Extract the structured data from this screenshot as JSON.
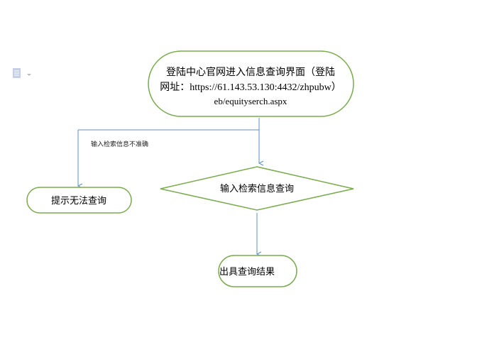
{
  "nodes": {
    "start": {
      "line1": "登陆中心官网进入信息查询界面（登陆",
      "line2_prefix": "网址：",
      "line2_url": "https://61.143.53.130:4432/zhpubw）",
      "line3": "eb/equityserch.aspx"
    },
    "decision": {
      "label": "输入检索信息查询"
    },
    "error": {
      "label": "提示无法查询"
    },
    "result": {
      "label": "出具查询结果"
    }
  },
  "edges": {
    "error_label": "输入检索信息不准确"
  },
  "colors": {
    "shape_stroke": "#7aab4e",
    "arrow": "#5b8fc7"
  },
  "toolbar": {
    "icon": "document-icon"
  }
}
